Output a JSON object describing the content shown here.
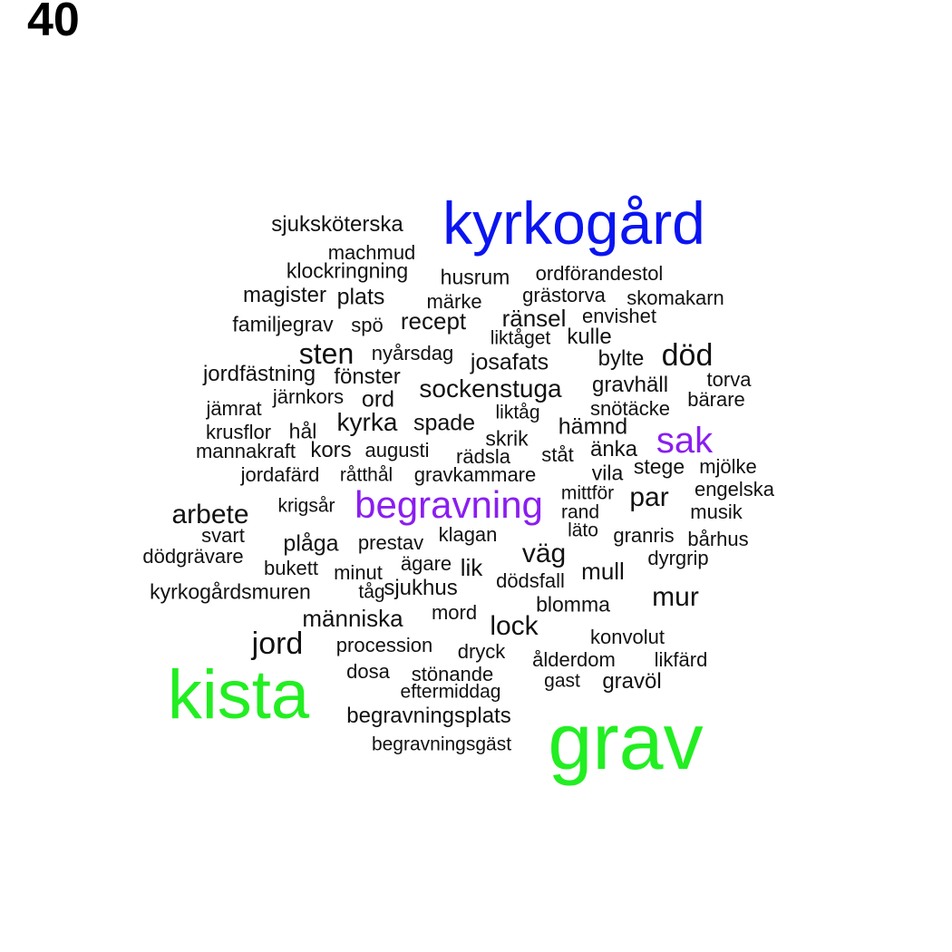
{
  "page_number": "40",
  "palette": {
    "blue": "#0a14f0",
    "green": "#22ee22",
    "purple": "#8a1ef0",
    "black": "#111111"
  },
  "words": [
    {
      "text": "kyrkogård",
      "weight": 66,
      "color": "blue"
    },
    {
      "text": "kista",
      "weight": 76,
      "color": "green"
    },
    {
      "text": "grav",
      "weight": 88,
      "color": "green"
    },
    {
      "text": "begravning",
      "weight": 42,
      "color": "purple"
    },
    {
      "text": "sak",
      "weight": 40,
      "color": "purple"
    },
    {
      "text": "sjuksköterska",
      "weight": 24,
      "color": "black"
    },
    {
      "text": "machmud",
      "weight": 22,
      "color": "black"
    },
    {
      "text": "klockringning",
      "weight": 23,
      "color": "black"
    },
    {
      "text": "husrum",
      "weight": 23,
      "color": "black"
    },
    {
      "text": "ordförandestol",
      "weight": 22,
      "color": "black"
    },
    {
      "text": "magister",
      "weight": 24,
      "color": "black"
    },
    {
      "text": "plats",
      "weight": 25,
      "color": "black"
    },
    {
      "text": "märke",
      "weight": 22,
      "color": "black"
    },
    {
      "text": "grästorva",
      "weight": 22,
      "color": "black"
    },
    {
      "text": "skomakarn",
      "weight": 22,
      "color": "black"
    },
    {
      "text": "familjegrav",
      "weight": 23,
      "color": "black"
    },
    {
      "text": "spö",
      "weight": 22,
      "color": "black"
    },
    {
      "text": "recept",
      "weight": 26,
      "color": "black"
    },
    {
      "text": "ränsel",
      "weight": 26,
      "color": "black"
    },
    {
      "text": "envishet",
      "weight": 22,
      "color": "black"
    },
    {
      "text": "liktåget",
      "weight": 21,
      "color": "black"
    },
    {
      "text": "kulle",
      "weight": 24,
      "color": "black"
    },
    {
      "text": "sten",
      "weight": 32,
      "color": "black"
    },
    {
      "text": "nyårsdag",
      "weight": 22,
      "color": "black"
    },
    {
      "text": "josafats",
      "weight": 25,
      "color": "black"
    },
    {
      "text": "bylte",
      "weight": 24,
      "color": "black"
    },
    {
      "text": "död",
      "weight": 34,
      "color": "black"
    },
    {
      "text": "jordfästning",
      "weight": 24,
      "color": "black"
    },
    {
      "text": "fönster",
      "weight": 24,
      "color": "black"
    },
    {
      "text": "sockenstuga",
      "weight": 28,
      "color": "black"
    },
    {
      "text": "gravhäll",
      "weight": 24,
      "color": "black"
    },
    {
      "text": "torva",
      "weight": 22,
      "color": "black"
    },
    {
      "text": "järnkors",
      "weight": 22,
      "color": "black"
    },
    {
      "text": "ord",
      "weight": 25,
      "color": "black"
    },
    {
      "text": "bärare",
      "weight": 22,
      "color": "black"
    },
    {
      "text": "jämrat",
      "weight": 22,
      "color": "black"
    },
    {
      "text": "liktåg",
      "weight": 21,
      "color": "black"
    },
    {
      "text": "snötäcke",
      "weight": 22,
      "color": "black"
    },
    {
      "text": "kyrka",
      "weight": 28,
      "color": "black"
    },
    {
      "text": "spade",
      "weight": 25,
      "color": "black"
    },
    {
      "text": "hämnd",
      "weight": 25,
      "color": "black"
    },
    {
      "text": "krusflor",
      "weight": 22,
      "color": "black"
    },
    {
      "text": "hål",
      "weight": 23,
      "color": "black"
    },
    {
      "text": "skrik",
      "weight": 23,
      "color": "black"
    },
    {
      "text": "mannakraft",
      "weight": 22,
      "color": "black"
    },
    {
      "text": "kors",
      "weight": 24,
      "color": "black"
    },
    {
      "text": "augusti",
      "weight": 22,
      "color": "black"
    },
    {
      "text": "rädsla",
      "weight": 22,
      "color": "black"
    },
    {
      "text": "ståt",
      "weight": 22,
      "color": "black"
    },
    {
      "text": "änka",
      "weight": 24,
      "color": "black"
    },
    {
      "text": "jordafärd",
      "weight": 22,
      "color": "black"
    },
    {
      "text": "råtthål",
      "weight": 21,
      "color": "black"
    },
    {
      "text": "gravkammare",
      "weight": 22,
      "color": "black"
    },
    {
      "text": "vila",
      "weight": 23,
      "color": "black"
    },
    {
      "text": "stege",
      "weight": 23,
      "color": "black"
    },
    {
      "text": "mjölke",
      "weight": 22,
      "color": "black"
    },
    {
      "text": "arbete",
      "weight": 30,
      "color": "black"
    },
    {
      "text": "krigsår",
      "weight": 21,
      "color": "black"
    },
    {
      "text": "mittför",
      "weight": 21,
      "color": "black"
    },
    {
      "text": "par",
      "weight": 30,
      "color": "black"
    },
    {
      "text": "engelska",
      "weight": 22,
      "color": "black"
    },
    {
      "text": "svart",
      "weight": 22,
      "color": "black"
    },
    {
      "text": "rand",
      "weight": 21,
      "color": "black"
    },
    {
      "text": "musik",
      "weight": 22,
      "color": "black"
    },
    {
      "text": "läto",
      "weight": 21,
      "color": "black"
    },
    {
      "text": "klagan",
      "weight": 22,
      "color": "black"
    },
    {
      "text": "granris",
      "weight": 22,
      "color": "black"
    },
    {
      "text": "bårhus",
      "weight": 22,
      "color": "black"
    },
    {
      "text": "plåga",
      "weight": 25,
      "color": "black"
    },
    {
      "text": "prestav",
      "weight": 22,
      "color": "black"
    },
    {
      "text": "väg",
      "weight": 30,
      "color": "black"
    },
    {
      "text": "dödgrävare",
      "weight": 22,
      "color": "black"
    },
    {
      "text": "ägare",
      "weight": 22,
      "color": "black"
    },
    {
      "text": "dyrgrip",
      "weight": 22,
      "color": "black"
    },
    {
      "text": "bukett",
      "weight": 22,
      "color": "black"
    },
    {
      "text": "minut",
      "weight": 22,
      "color": "black"
    },
    {
      "text": "lik",
      "weight": 26,
      "color": "black"
    },
    {
      "text": "mull",
      "weight": 26,
      "color": "black"
    },
    {
      "text": "dödsfall",
      "weight": 22,
      "color": "black"
    },
    {
      "text": "tåg",
      "weight": 21,
      "color": "black"
    },
    {
      "text": "sjukhus",
      "weight": 24,
      "color": "black"
    },
    {
      "text": "kyrkogårdsmuren",
      "weight": 23,
      "color": "black"
    },
    {
      "text": "mur",
      "weight": 30,
      "color": "black"
    },
    {
      "text": "blomma",
      "weight": 23,
      "color": "black"
    },
    {
      "text": "människa",
      "weight": 26,
      "color": "black"
    },
    {
      "text": "mord",
      "weight": 22,
      "color": "black"
    },
    {
      "text": "lock",
      "weight": 30,
      "color": "black"
    },
    {
      "text": "konvolut",
      "weight": 22,
      "color": "black"
    },
    {
      "text": "jord",
      "weight": 34,
      "color": "black"
    },
    {
      "text": "procession",
      "weight": 22,
      "color": "black"
    },
    {
      "text": "dryck",
      "weight": 22,
      "color": "black"
    },
    {
      "text": "ålderdom",
      "weight": 22,
      "color": "black"
    },
    {
      "text": "likfärd",
      "weight": 22,
      "color": "black"
    },
    {
      "text": "dosa",
      "weight": 22,
      "color": "black"
    },
    {
      "text": "stönande",
      "weight": 22,
      "color": "black"
    },
    {
      "text": "gast",
      "weight": 21,
      "color": "black"
    },
    {
      "text": "gravöl",
      "weight": 24,
      "color": "black"
    },
    {
      "text": "eftermiddag",
      "weight": 21,
      "color": "black"
    },
    {
      "text": "begravningsplats",
      "weight": 24,
      "color": "black"
    },
    {
      "text": "begravningsgäst",
      "weight": 21,
      "color": "black"
    }
  ]
}
